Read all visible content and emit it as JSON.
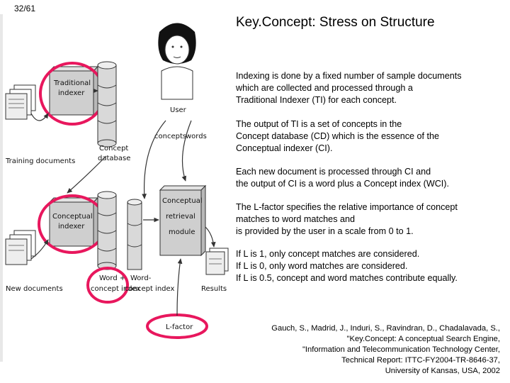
{
  "slide": {
    "page_number": "32/61",
    "title": "Key.Concept: Stress on Structure",
    "paragraphs": [
      [
        "Indexing is done by a fixed number of sample documents",
        "which are collected and processed through a",
        "Traditional Indexer (TI) for each concept."
      ],
      [
        "The output of TI is a set of concepts in the",
        "Concept database (CD) which is the essence of the",
        "Conceptual indexer (CI)."
      ],
      [
        "Each new document is processed through CI and",
        "the output of CI is a word plus a Concept index (WCI)."
      ],
      [
        "The L-factor specifies the relative importance of concept",
        "matches to word matches and",
        "is provided by the user in a scale from 0 to 1."
      ],
      [
        "If L is 1, only concept matches are considered.",
        "If L is 0, only word matches are considered.",
        "If L is 0.5, concept and word matches contribute equally."
      ]
    ],
    "citation": [
      "Gauch, S., Madrid, J., Induri, S., Ravindran, D., Chadalavada, S.,",
      "\"Key.Concept: A conceptual Search Engine,",
      "\"Information and Telecommunication Technology Center,",
      "Technical Report: ITTC-FY2004-TR-8646-37,",
      "University of Kansas, USA, 2002"
    ]
  },
  "diagram": {
    "labels": {
      "traditional_1": "Traditional",
      "traditional_2": "indexer",
      "user": "User",
      "concepts": "concepts",
      "words": "words",
      "concept_db_1": "Concept",
      "concept_db_2": "database",
      "training_documents": "Training documents",
      "conceptual_1": "Conceptual",
      "conceptual_2": "indexer",
      "retrieval_1": "Conceptual",
      "retrieval_2": "retrieval",
      "retrieval_3": "module",
      "new_documents": "New documents",
      "word_concept_1": "Word +",
      "word_concept_2": "concept index",
      "word_concept_index_1": "Word-",
      "word_concept_index_2": "concept index",
      "results": "Results",
      "lfactor": "L-factor"
    },
    "colors": {
      "highlight": "#e8175d",
      "cylinder": "#d9d9d9",
      "box": "#cfcfcf"
    }
  }
}
